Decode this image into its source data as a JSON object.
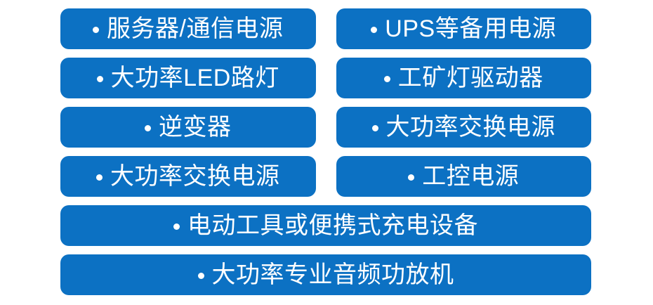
{
  "page": {
    "background_color": "#ffffff",
    "pill_color": "#0C71C3",
    "text_color": "#ffffff",
    "bullet_glyph": "dot-bullet"
  },
  "list": {
    "rows": [
      {
        "layout": "two-column",
        "items": [
          {
            "label": "服务器/通信电源"
          },
          {
            "label": "UPS等备用电源"
          }
        ]
      },
      {
        "layout": "two-column",
        "items": [
          {
            "label": "大功率LED路灯"
          },
          {
            "label": "工矿灯驱动器"
          }
        ]
      },
      {
        "layout": "two-column",
        "items": [
          {
            "label": "逆变器"
          },
          {
            "label": "大功率交换电源"
          }
        ]
      },
      {
        "layout": "two-column",
        "items": [
          {
            "label": "大功率交换电源"
          },
          {
            "label": "工控电源"
          }
        ]
      },
      {
        "layout": "full-width",
        "items": [
          {
            "label": "电动工具或便携式充电设备"
          }
        ]
      },
      {
        "layout": "full-width",
        "items": [
          {
            "label": "大功率专业音频功放机"
          }
        ]
      }
    ]
  }
}
